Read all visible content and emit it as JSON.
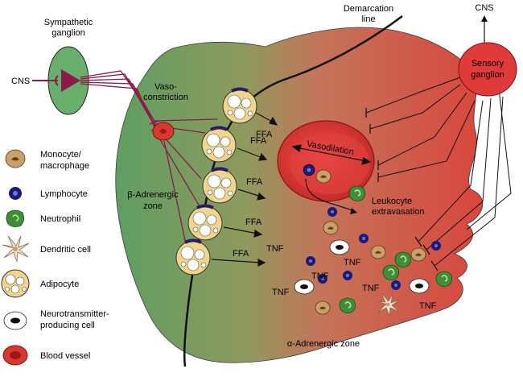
{
  "labels": {
    "demarcation": [
      "Demarcation",
      "line"
    ],
    "cns_top": "CNS",
    "cns_left": "CNS",
    "sympathetic_ganglion": [
      "Sympathetic",
      "ganglion"
    ],
    "sensory_ganglion": [
      "Sensory",
      "ganglion"
    ],
    "vasoconstriction": [
      "Vaso-",
      "constriction"
    ],
    "vasodilation": "Vasodilation",
    "leukocyte_extravasation": [
      "Leukocyte",
      "extravasation"
    ],
    "beta_zone": [
      "β-Adrenergic",
      "zone"
    ],
    "alpha_zone": "α-Adrenergic zone",
    "ffa": [
      "FFA",
      "FFA",
      "FFA",
      "FFA",
      "FFA"
    ],
    "tnf": [
      "TNF",
      "TNF",
      "TNF",
      "TNF",
      "TNF",
      "TNF"
    ]
  },
  "legend": [
    {
      "label": [
        "Monocyte/",
        "macrophage"
      ],
      "icon": "monocyte-icon"
    },
    {
      "label": [
        "Lymphocyte"
      ],
      "icon": "lymphocyte-icon"
    },
    {
      "label": [
        "Neutrophil"
      ],
      "icon": "neutrophil-icon"
    },
    {
      "label": [
        "Dendritic cell"
      ],
      "icon": "dendritic-cell-icon"
    },
    {
      "label": [
        "Adipocyte"
      ],
      "icon": "adipocyte-icon"
    },
    {
      "label": [
        "Neurotransmitter-",
        "producing cell"
      ],
      "icon": "neurotransmitter-cell-icon"
    },
    {
      "label": [
        "Blood vessel"
      ],
      "icon": "blood-vessel-icon"
    }
  ],
  "colors": {
    "beta_green": "#5f9e63",
    "alpha_red": "#d9463e",
    "ganglion_green": "#6aae6e",
    "sympathetic_purple": "#8a1a4a",
    "sensory_red": "#e03a3a",
    "lymphocyte": "#1a1a7a",
    "monocyte": "#c9a06a",
    "neutrophil": "#3f8f3a",
    "adipocyte": "#f0d68a"
  }
}
